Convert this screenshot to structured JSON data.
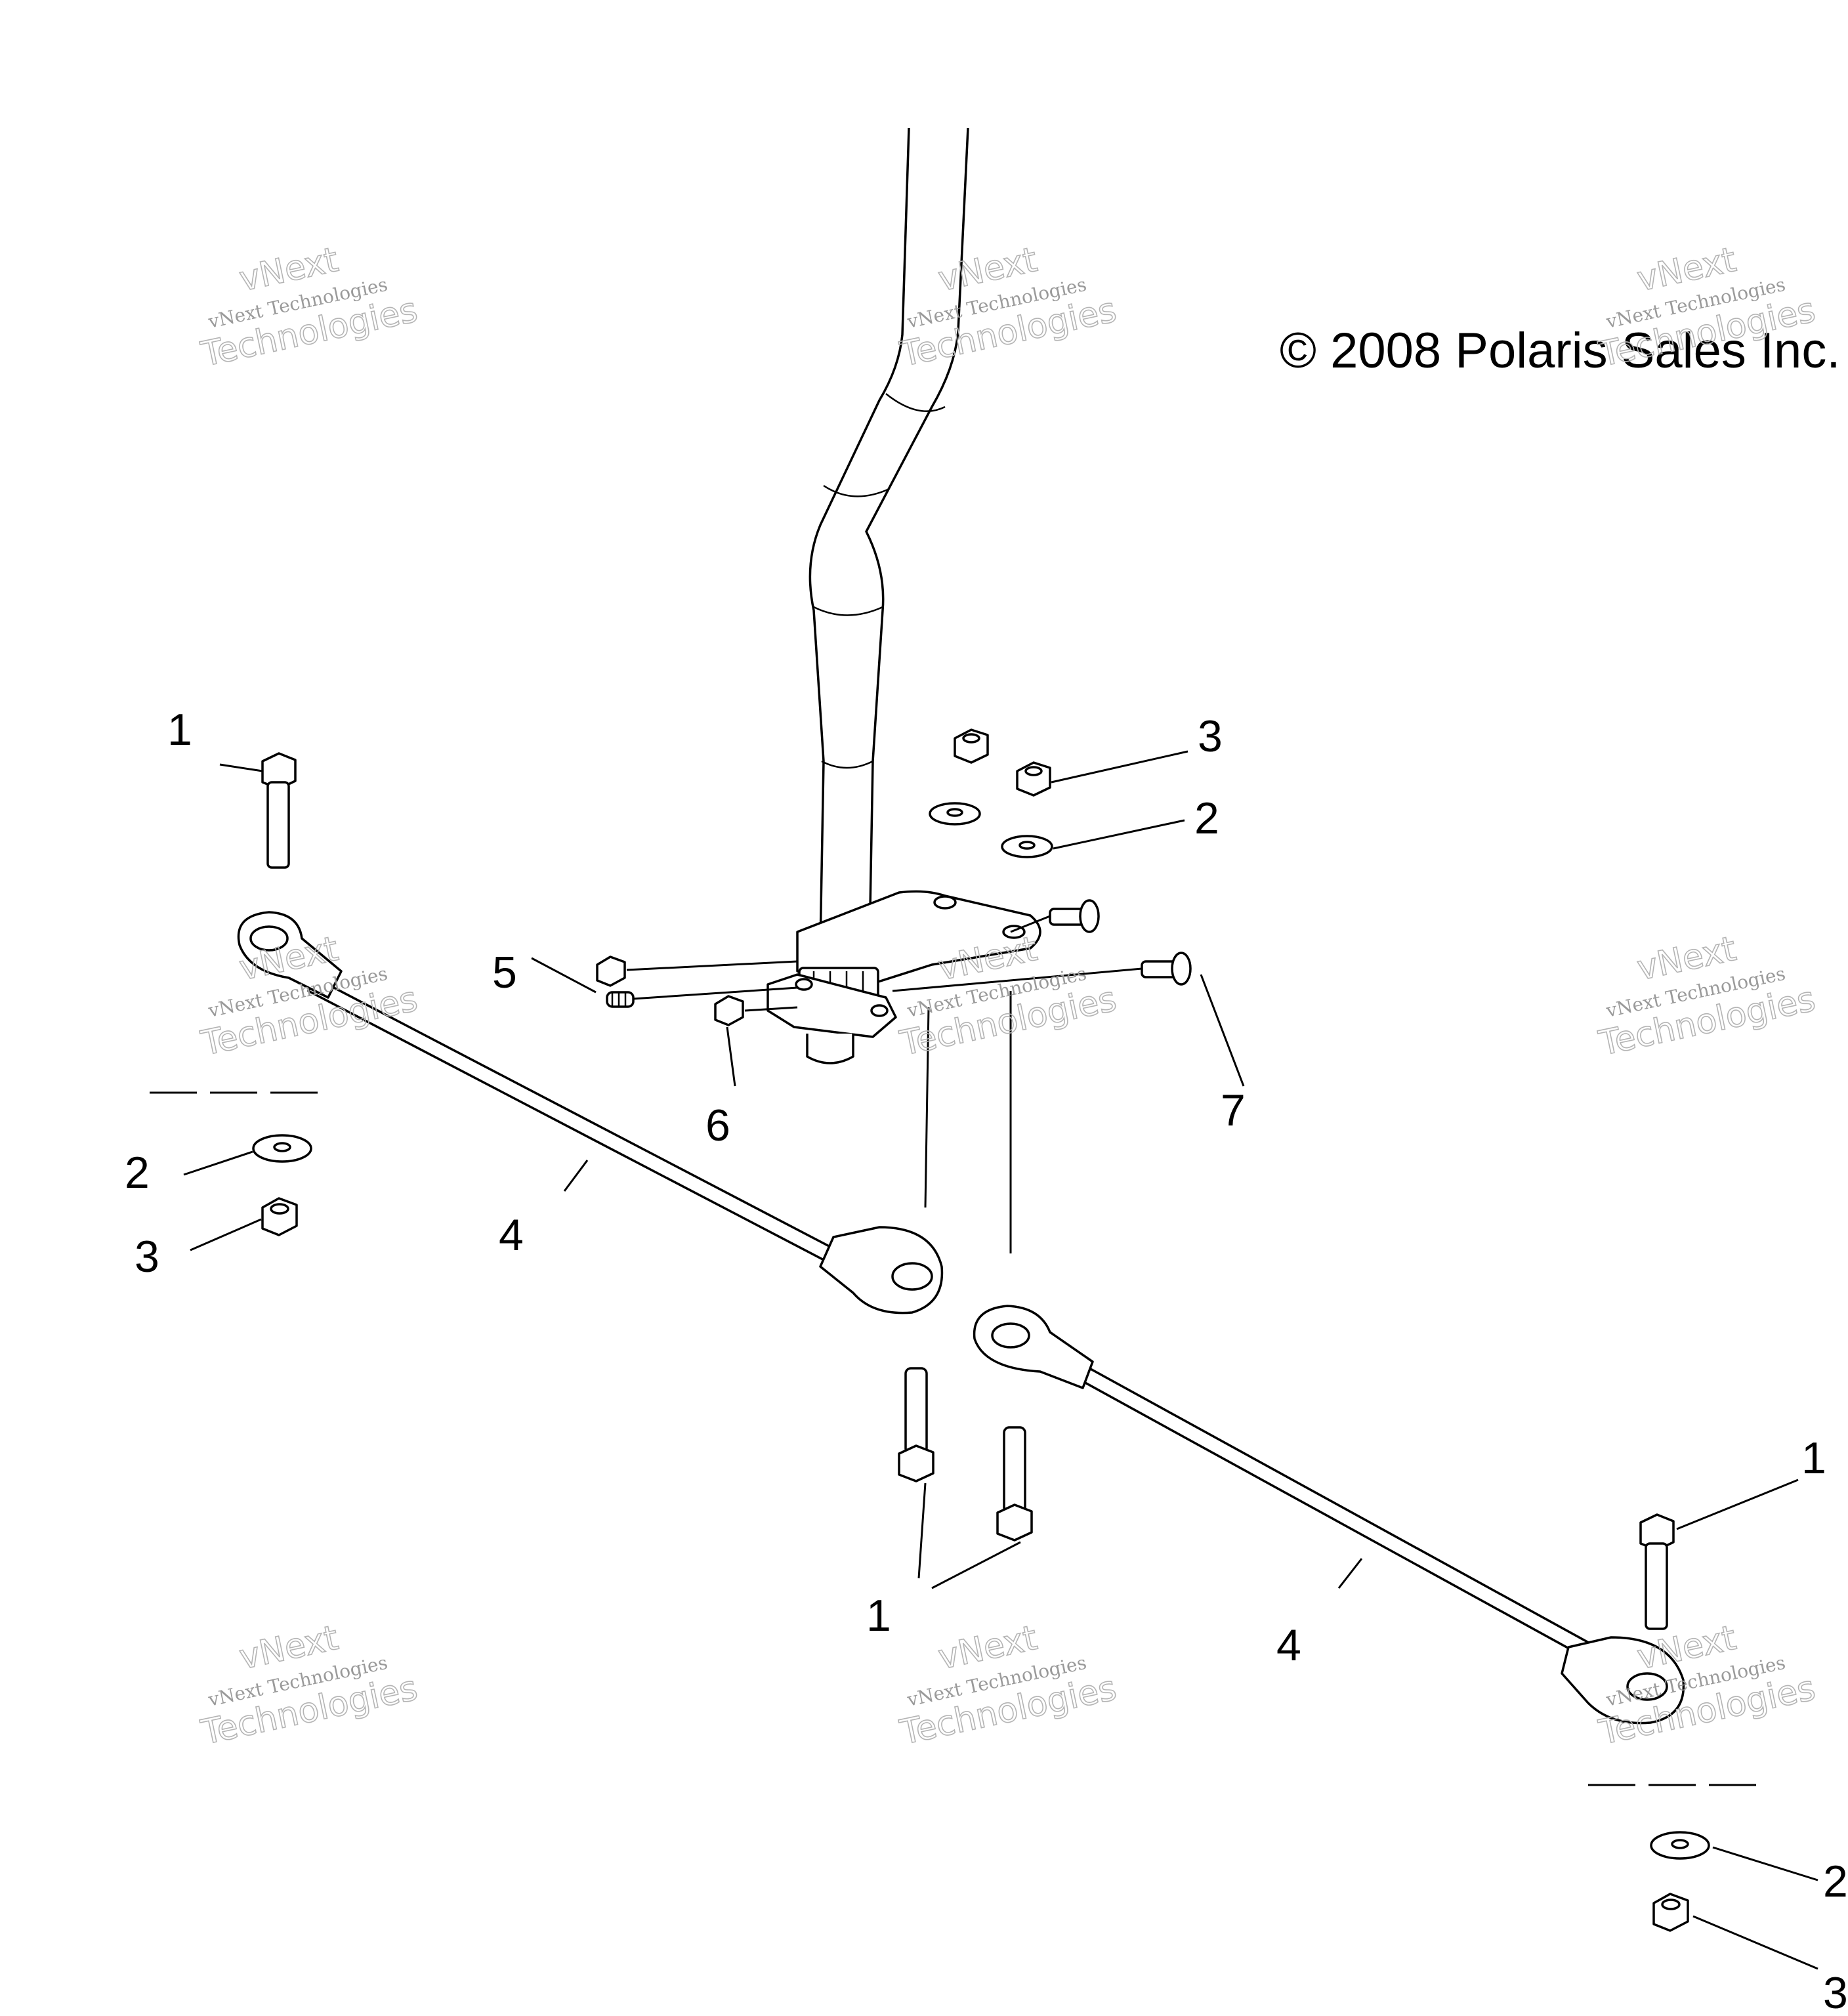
{
  "copyright": "© 2008 Polaris Sales Inc.",
  "watermark": {
    "line1": "vNext",
    "line2": "vNext Technologies",
    "line3": "Technologies"
  },
  "callouts": [
    {
      "id": "c1a",
      "label": "1"
    },
    {
      "id": "c1b",
      "label": "1"
    },
    {
      "id": "c1c",
      "label": "1"
    },
    {
      "id": "c2a",
      "label": "2"
    },
    {
      "id": "c2b",
      "label": "2"
    },
    {
      "id": "c2c",
      "label": "2"
    },
    {
      "id": "c3a",
      "label": "3"
    },
    {
      "id": "c3b",
      "label": "3"
    },
    {
      "id": "c3c",
      "label": "3"
    },
    {
      "id": "c4a",
      "label": "4"
    },
    {
      "id": "c4b",
      "label": "4"
    },
    {
      "id": "c5",
      "label": "5"
    },
    {
      "id": "c6",
      "label": "6"
    },
    {
      "id": "c7",
      "label": "7"
    }
  ]
}
